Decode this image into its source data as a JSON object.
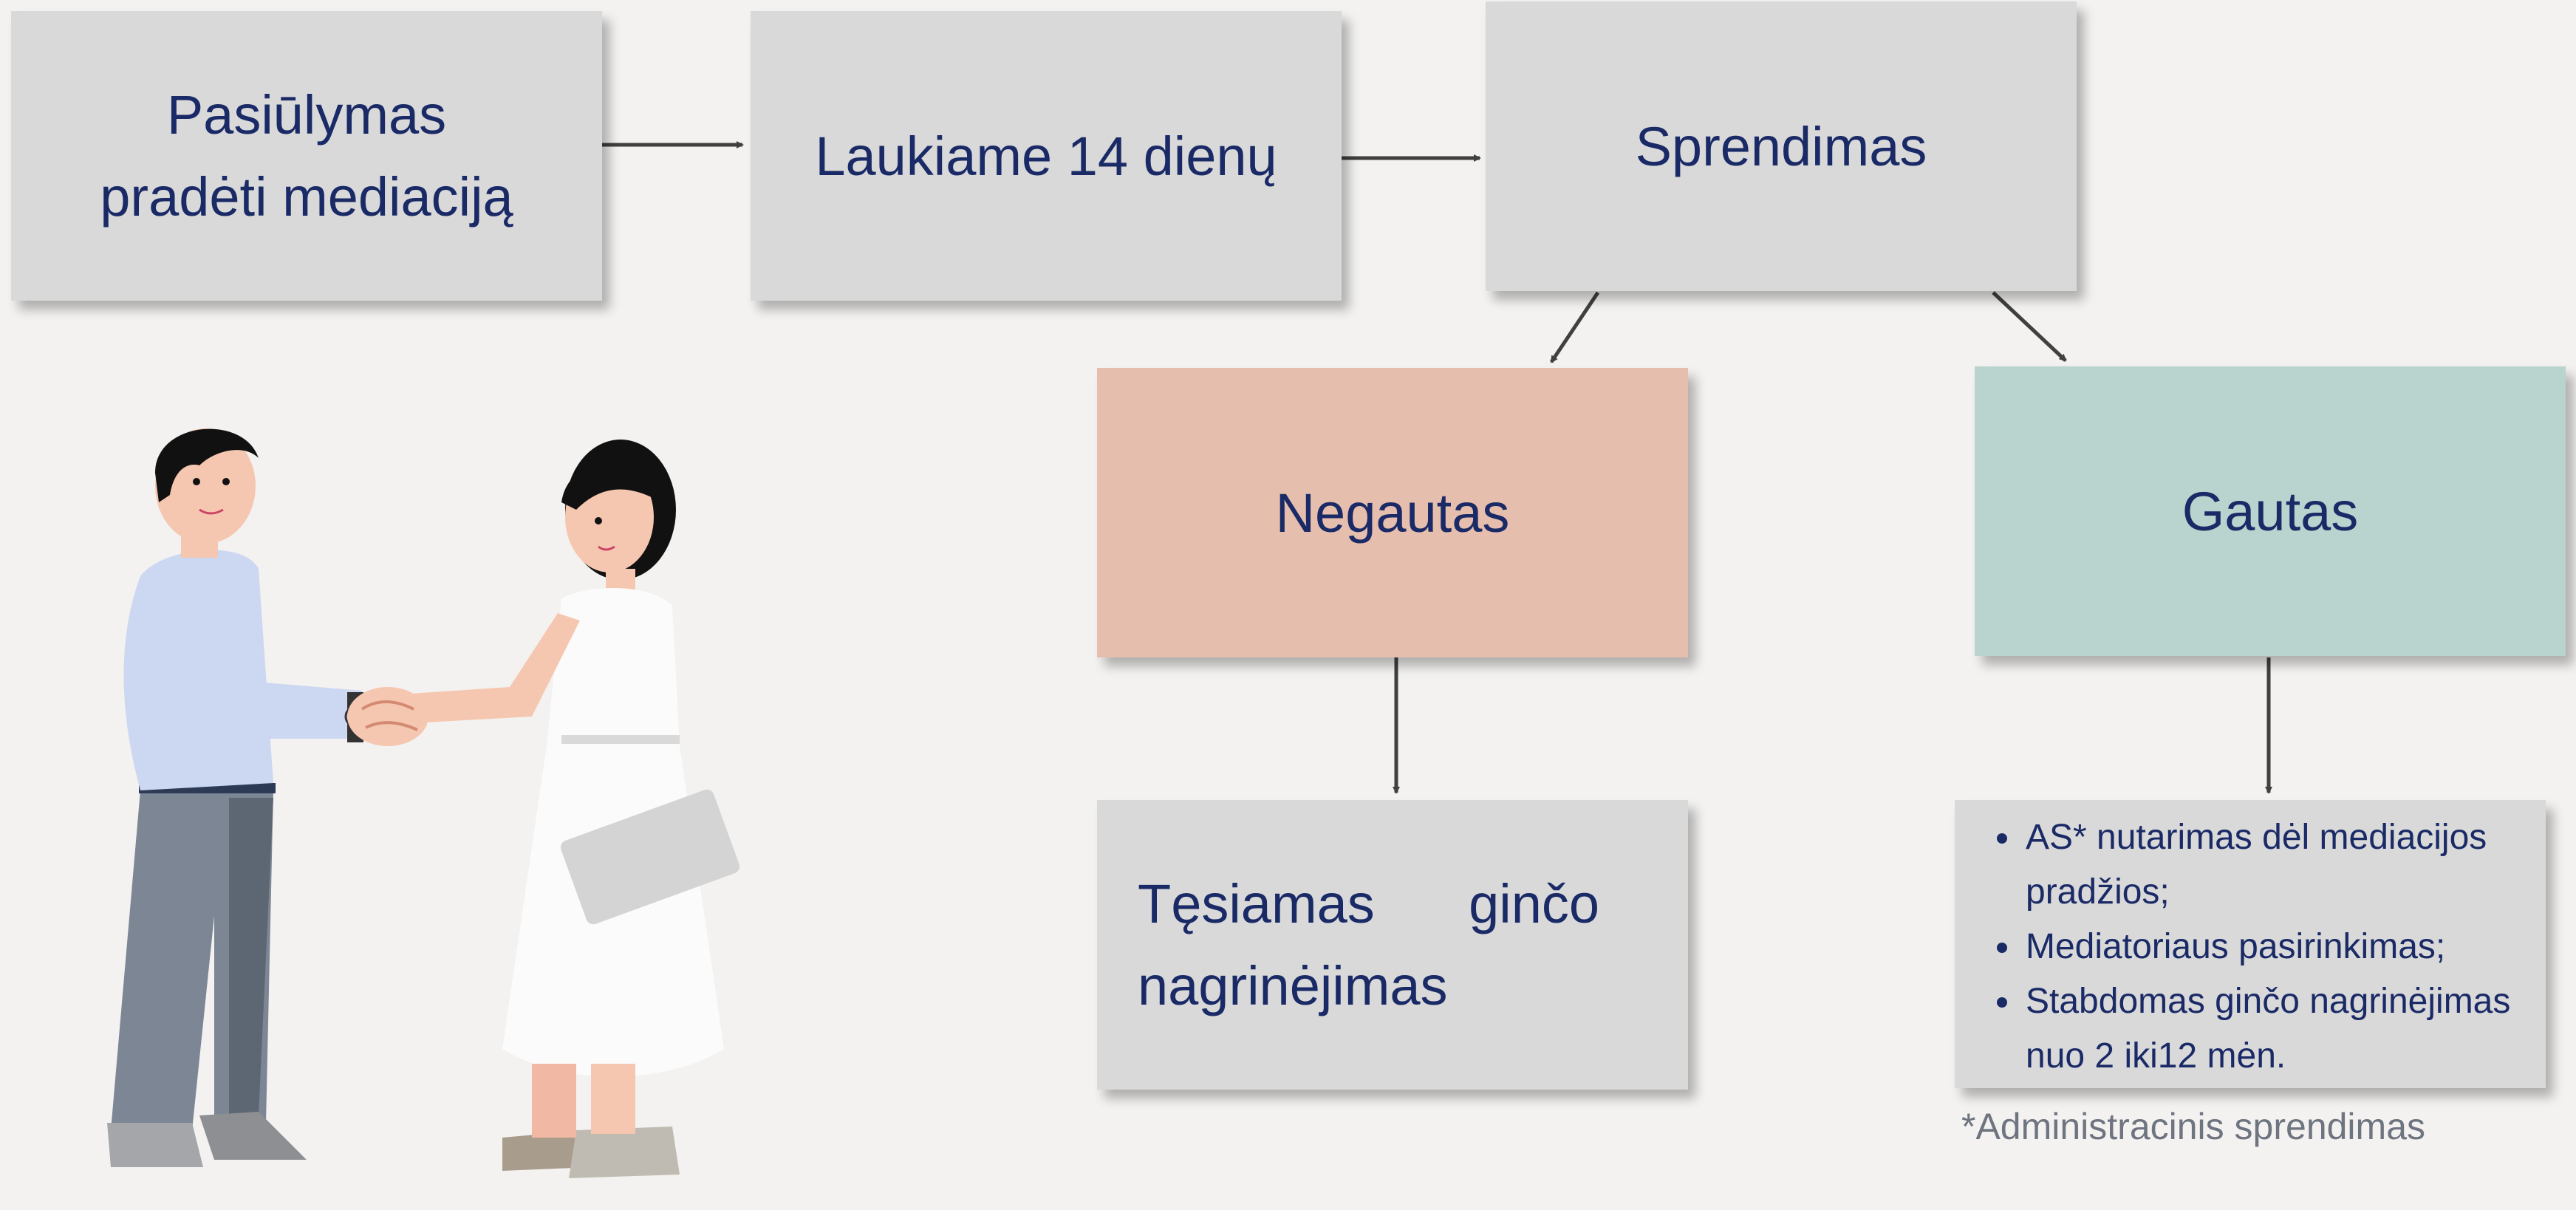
{
  "nodes": {
    "proposal": {
      "label": "Pasiūlymas pradėti mediaciją"
    },
    "wait": {
      "label": "Laukiame 14 dienų"
    },
    "decision": {
      "label": "Sprendimas"
    },
    "not_received": {
      "label": "Negautas"
    },
    "received": {
      "label": "Gautas"
    },
    "continue": {
      "label": "Tęsiamas ginčo nagrinėjimas"
    },
    "outcomes": {
      "items": [
        "AS* nutarimas dėl mediacijos pradžios;",
        "Mediatoriaus pasirinkimas;",
        "Stabdomas ginčo nagrinėjimas nuo 2 iki12 mėn."
      ]
    }
  },
  "footnote": "*Administracinis sprendimas",
  "illustration": {
    "subject": "handshake-illustration"
  },
  "colors": {
    "box_grey": "#d9d9d9",
    "box_pink": "#e6beae",
    "box_teal": "#b9d4cf",
    "text_navy": "#1a2a66",
    "arrow": "#404040"
  }
}
